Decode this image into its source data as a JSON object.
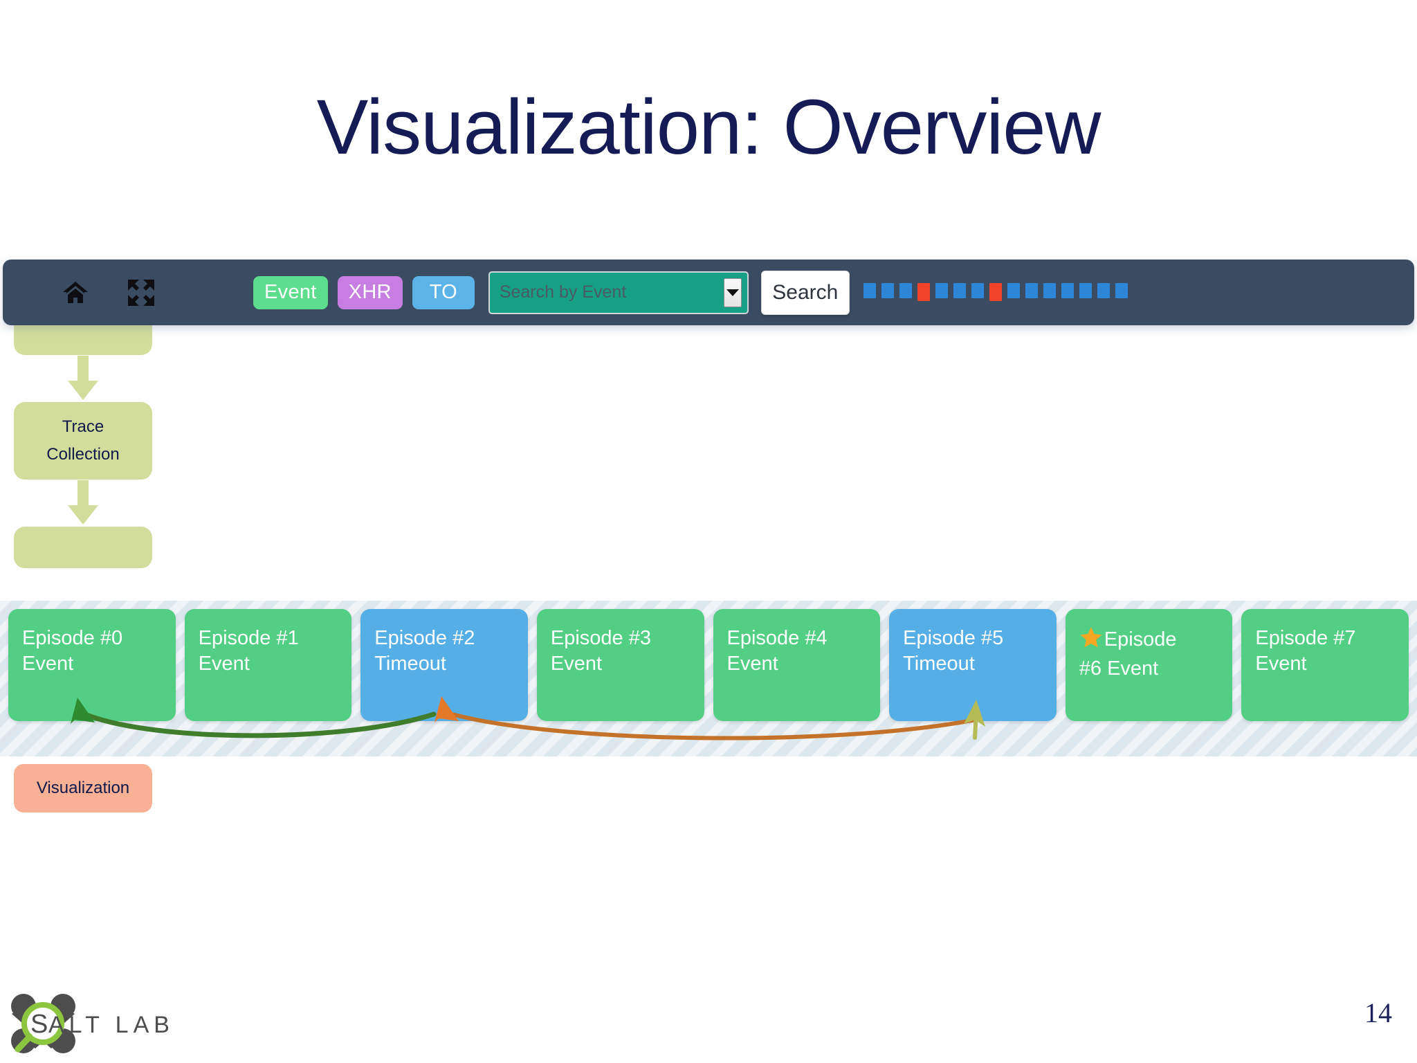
{
  "slide": {
    "title": "Visualization: Overview",
    "number": "14",
    "logo_text": "SALT LAB"
  },
  "flowchart": {
    "steps": [
      {
        "label_line1": "",
        "label_line2": "",
        "state": "partial-top",
        "color": "#d3dd9b"
      },
      {
        "label_line1": "Trace",
        "label_line2": "Collection",
        "state": "full",
        "color": "#d3dd9b"
      },
      {
        "label_line1": "",
        "label_line2": "",
        "state": "partial-bottom",
        "color": "#d3dd9b"
      }
    ],
    "visualization_label": "Visualization",
    "visualization_color": "#f9b195"
  },
  "toolbar": {
    "home_icon": "home-icon",
    "expand_icon": "expand-icon",
    "filters": [
      {
        "label": "Event",
        "color": "#5fdd8f"
      },
      {
        "label": "XHR",
        "color": "#c67ee0"
      },
      {
        "label": "TO",
        "color": "#5cb3e8"
      }
    ],
    "search": {
      "placeholder": "Search by Event",
      "value": "",
      "dropdown_icon": "chevron-down-icon",
      "button_label": "Search",
      "field_color": "#16a085"
    },
    "minimap": {
      "blue_color": "#2e86d8",
      "red_color": "#f0432a",
      "ticks": [
        "blue",
        "blue",
        "blue",
        "red",
        "blue",
        "blue",
        "blue",
        "red",
        "blue",
        "blue",
        "blue",
        "blue",
        "blue",
        "blue",
        "blue"
      ]
    },
    "background_color": "#3a4c62"
  },
  "episodes": {
    "strip_background": "#dde7ee",
    "items": [
      {
        "title": "Episode #0",
        "type": "Event",
        "kind": "event",
        "starred": false
      },
      {
        "title": "Episode #1",
        "type": "Event",
        "kind": "event",
        "starred": false
      },
      {
        "title": "Episode #2",
        "type": "Timeout",
        "kind": "timeout",
        "starred": false
      },
      {
        "title": "Episode #3",
        "type": "Event",
        "kind": "event",
        "starred": false
      },
      {
        "title": "Episode #4",
        "type": "Event",
        "kind": "event",
        "starred": false
      },
      {
        "title": "Episode #5",
        "type": "Timeout",
        "kind": "timeout",
        "starred": false
      },
      {
        "title": "Episode",
        "type": "#6 Event",
        "kind": "event",
        "starred": true
      },
      {
        "title": "Episode #7",
        "type": "Event",
        "kind": "event",
        "starred": false
      }
    ],
    "colors": {
      "event": "#52cf85",
      "timeout": "#55aee6",
      "star": "#f5a623"
    },
    "links": [
      {
        "from": "Episode #2",
        "to": "Episode #0",
        "color": "#3f7d2c"
      },
      {
        "from": "Episode #5",
        "to": "Episode #2",
        "color": "#c4722a"
      },
      {
        "from": "Episode #5",
        "to": "Episode #5",
        "color": "#b5bc55"
      }
    ]
  }
}
